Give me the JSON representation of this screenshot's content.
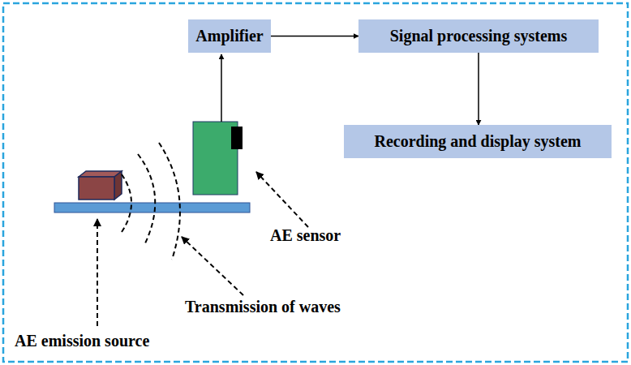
{
  "diagram": {
    "nodes": [
      {
        "text": [
          "Amplifier"
        ]
      },
      {
        "text": [
          "Signal processing systems"
        ]
      },
      {
        "text": [
          "Recording and display system"
        ]
      }
    ],
    "edges": [
      {
        "from": 0,
        "to": 1,
        "arrow": "to"
      },
      {
        "from": 1,
        "to": 2,
        "arrow": "to"
      }
    ],
    "labels": [
      "AE sensor",
      "Transmission of waves",
      "AE emission source"
    ]
  }
}
